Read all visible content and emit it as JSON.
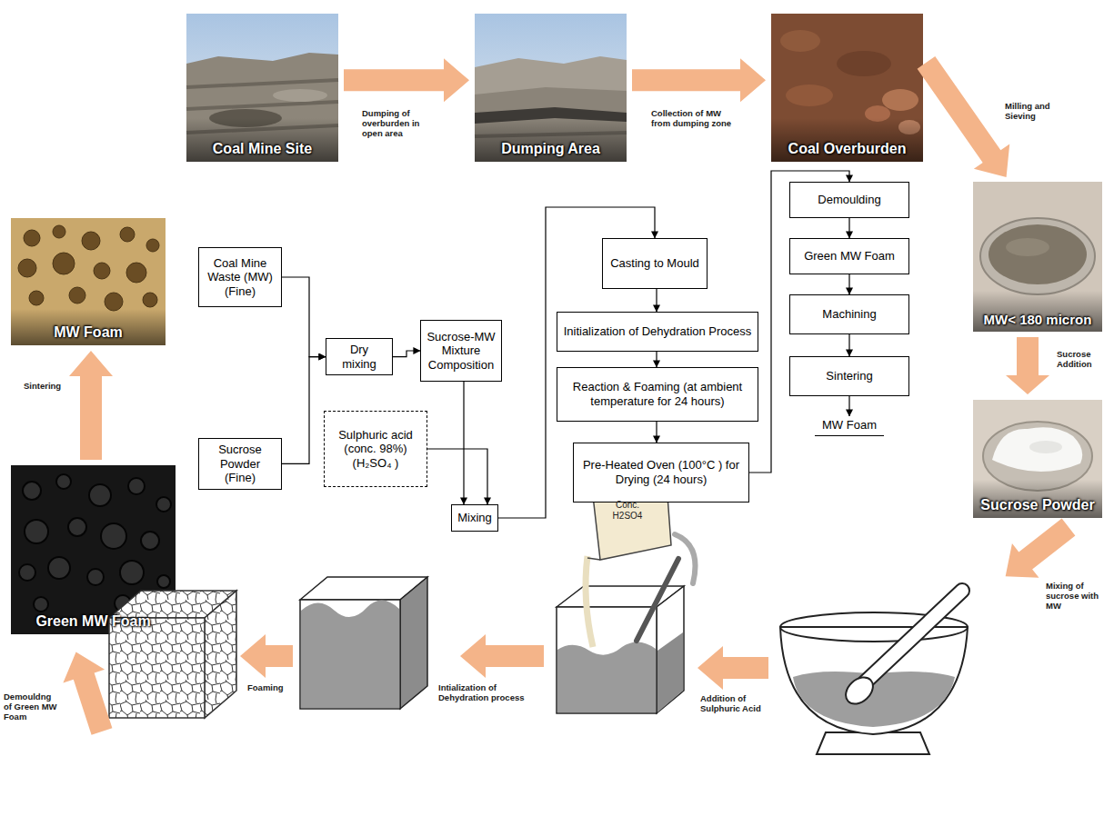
{
  "diagram": {
    "nodes": [
      {
        "text": [
          "Coal Mine Site"
        ]
      },
      {
        "text": [
          "Dumping Area"
        ]
      },
      {
        "text": [
          "Coal Overburden"
        ]
      },
      {
        "text": [
          "MW< 180 micron"
        ]
      },
      {
        "text": [
          "Sucrose Powder"
        ]
      },
      {
        "text": [
          "Green MW Foam"
        ]
      },
      {
        "text": [
          "MW Foam"
        ]
      },
      {
        "text": [
          "Coal Mine Waste (MW)(Fine)"
        ]
      },
      {
        "text": [
          "Sucrose Powder (Fine)"
        ]
      },
      {
        "text": [
          "Dry mixing"
        ]
      },
      {
        "text": [
          "Sucrose-MW Mixture Composition"
        ]
      },
      {
        "text": [
          "Sulphuric acid (conc. 98%) (H₂SO₄ )"
        ]
      },
      {
        "text": [
          "Mixing"
        ]
      },
      {
        "text": [
          "Casting to Mould"
        ]
      },
      {
        "text": [
          "Initialization of Dehydration Process"
        ]
      },
      {
        "text": [
          "Reaction & Foaming (at ambient temperature for 24 hours)"
        ]
      },
      {
        "text": [
          "Pre-Heated Oven (100°C ) for Drying (24 hours)"
        ]
      },
      {
        "text": [
          "Demoulding"
        ]
      },
      {
        "text": [
          "Green MW Foam"
        ]
      },
      {
        "text": [
          "Machining"
        ]
      },
      {
        "text": [
          "Sintering"
        ]
      },
      {
        "text": [
          "MW Foam"
        ]
      }
    ],
    "edges": [
      {
        "from": 0,
        "to": 1,
        "label": "Dumping of overburden in open area",
        "arrow": "to"
      },
      {
        "from": 1,
        "to": 2,
        "label": "Collection of MW from dumping zone",
        "arrow": "to"
      },
      {
        "from": 2,
        "to": 3,
        "label": "Milling and Sieving",
        "arrow": "to"
      },
      {
        "from": 3,
        "to": 4,
        "label": "Sucrose Addition",
        "arrow": "to"
      },
      {
        "from": 5,
        "to": 6,
        "label": "Sintering",
        "arrow": "to"
      },
      {
        "from": 7,
        "to": 9,
        "arrow": "to"
      },
      {
        "from": 8,
        "to": 9,
        "arrow": "to"
      },
      {
        "from": 9,
        "to": 10,
        "arrow": "to"
      },
      {
        "from": 10,
        "to": 12,
        "arrow": "to"
      },
      {
        "from": 11,
        "to": 12,
        "arrow": "to"
      },
      {
        "from": 12,
        "to": 13,
        "arrow": "to"
      },
      {
        "from": 13,
        "to": 14,
        "arrow": "to"
      },
      {
        "from": 14,
        "to": 15,
        "arrow": "to"
      },
      {
        "from": 15,
        "to": 16,
        "arrow": "to"
      },
      {
        "from": 16,
        "to": 17,
        "arrow": "to"
      },
      {
        "from": 17,
        "to": 18,
        "arrow": "to"
      },
      {
        "from": 18,
        "to": 19,
        "arrow": "to"
      },
      {
        "from": 19,
        "to": 20,
        "arrow": "to"
      },
      {
        "from": 20,
        "to": 21,
        "arrow": "to"
      }
    ],
    "labels": [
      "Mixing of sucrose with MW",
      "Addition of Sulphuric Acid",
      "Conc. H2SO4",
      "Intialization of Dehydration process",
      "Foaming",
      "Demouldng of Green MW Foam"
    ]
  }
}
